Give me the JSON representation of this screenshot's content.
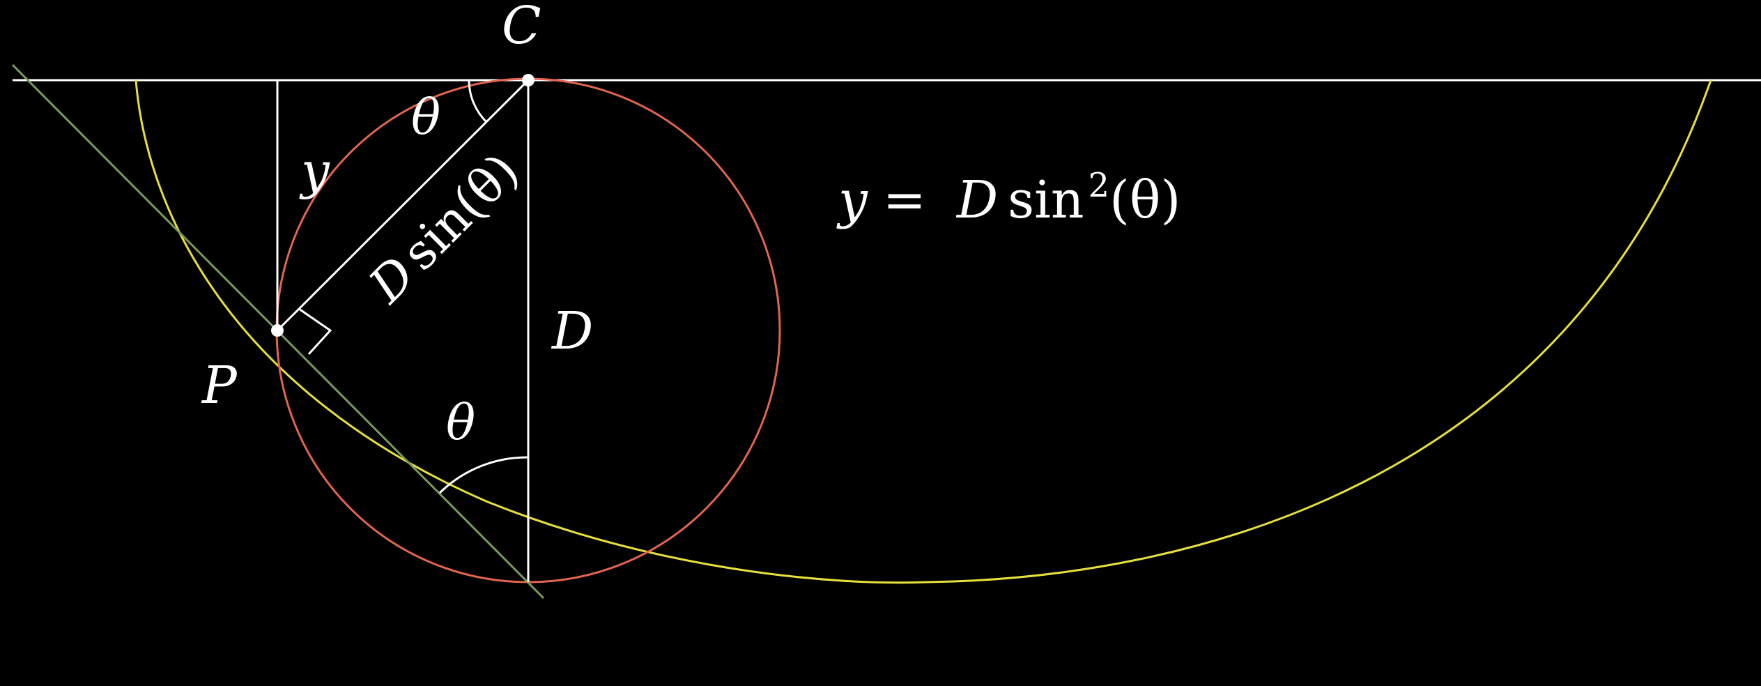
{
  "labels": {
    "C": "C",
    "P": "P",
    "y": "y",
    "D": "D",
    "theta_top": "θ",
    "theta_bottom": "θ",
    "chord": {
      "d": "D",
      "sin": "sin",
      "arg": "(θ)"
    },
    "formula": {
      "y": "y",
      "eq": "=",
      "d": "D",
      "sin": "sin",
      "exp": "2",
      "arg": "(θ)"
    }
  },
  "colors": {
    "background": "#000000",
    "lines": "#ffffff",
    "circle": "#e2654f",
    "curve": "#e8e03a",
    "tangent": "#7a9a5a",
    "text": "#ffffff"
  }
}
